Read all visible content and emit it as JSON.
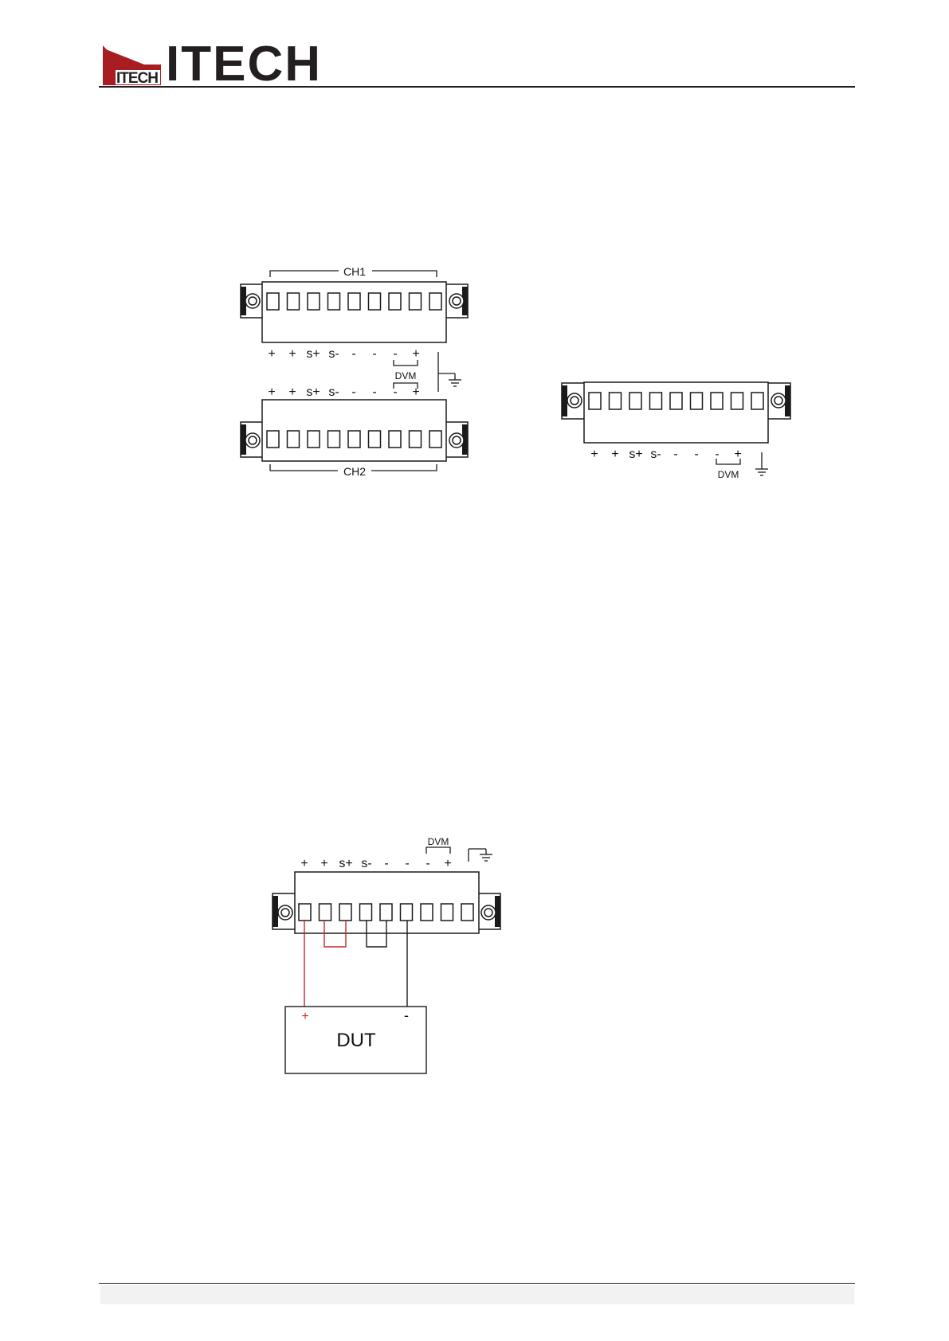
{
  "header": {
    "brand_logo_small": "ITECH",
    "brand_logo_large": "ITECH"
  },
  "colors": {
    "brand_red": "#a81d22",
    "line": "#1a1a1a",
    "wire_red": "#c8282e"
  },
  "figure_dual": {
    "ch1_label": "CH1",
    "ch2_label": "CH2",
    "terminal_labels": [
      "+",
      "+",
      "s+",
      "s-",
      "-",
      "-",
      "-",
      "+"
    ],
    "dvm_label": "DVM",
    "ground_icon": "ground-icon"
  },
  "figure_single": {
    "terminal_labels": [
      "+",
      "+",
      "s+",
      "s-",
      "-",
      "-",
      "-",
      "+"
    ],
    "dvm_label": "DVM",
    "ground_icon": "ground-icon"
  },
  "figure_wiring": {
    "terminal_labels": [
      "+",
      "+",
      "s+",
      "s-",
      "-",
      "-",
      "-",
      "+"
    ],
    "dvm_label": "DVM",
    "dut_label": "DUT",
    "dut_plus": "+",
    "dut_minus": "-",
    "ground_icon": "ground-icon"
  }
}
